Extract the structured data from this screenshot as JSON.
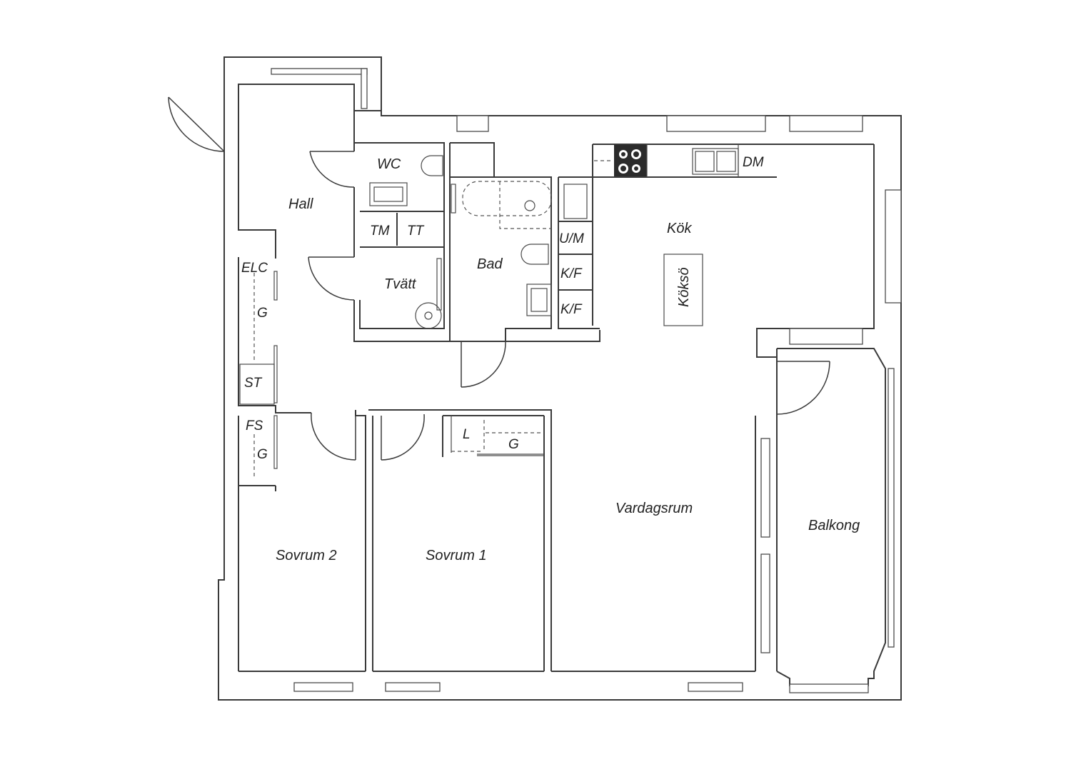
{
  "rooms": {
    "hall": "Hall",
    "wc": "WC",
    "tvatt": "Tvätt",
    "bad": "Bad",
    "kok": "Kök",
    "koksö": "Köksö",
    "vardagsrum": "Vardagsrum",
    "balkong": "Balkong",
    "sovrum1": "Sovrum 1",
    "sovrum2": "Sovrum 2"
  },
  "fixtures": {
    "tm": "TM",
    "tt": "TT",
    "dm": "DM",
    "um": "U/M",
    "kf1": "K/F",
    "kf2": "K/F",
    "elc": "ELC",
    "g1": "G",
    "st": "ST",
    "fs": "FS",
    "g2": "G",
    "l": "L",
    "g3": "G"
  },
  "colors": {
    "wall": "#3a3a3a",
    "stove": "#2b2b2b",
    "background": "#ffffff"
  }
}
